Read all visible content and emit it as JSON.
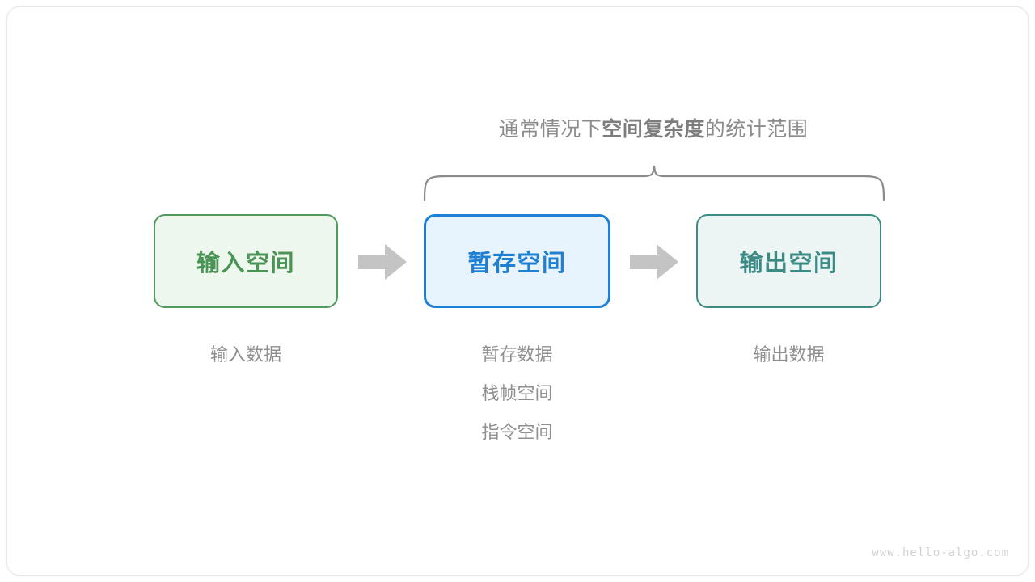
{
  "diagram": {
    "title_caption": {
      "prefix": "通常情况下",
      "emphasis": "空间复杂度",
      "suffix": "的统计范围"
    },
    "boxes": [
      {
        "name": "input-space",
        "label": "输入空间",
        "color": "#4a9456",
        "border": "#4f9a5c",
        "fill": "#eef7ed"
      },
      {
        "name": "buffer-space",
        "label": "暂存空间",
        "color": "#1f7fd0",
        "border": "#1b80d6",
        "fill": "#e7f3fd"
      },
      {
        "name": "output-space",
        "label": "输出空间",
        "color": "#3b8a84",
        "border": "#3d8b84",
        "fill": "#edf5f4"
      }
    ],
    "arrows": [
      {
        "name": "arrow-input-to-buffer",
        "color": "#c4c4c4"
      },
      {
        "name": "arrow-buffer-to-output",
        "color": "#c4c4c4"
      }
    ],
    "sublabels": {
      "input": [
        "输入数据"
      ],
      "buffer": [
        "暂存数据",
        "栈帧空间",
        "指令空间"
      ],
      "output": [
        "输出数据"
      ]
    },
    "brace": {
      "color": "#8a8a8a",
      "spans": [
        "buffer-space",
        "output-space"
      ]
    },
    "watermark": "www.hello-algo.com"
  }
}
